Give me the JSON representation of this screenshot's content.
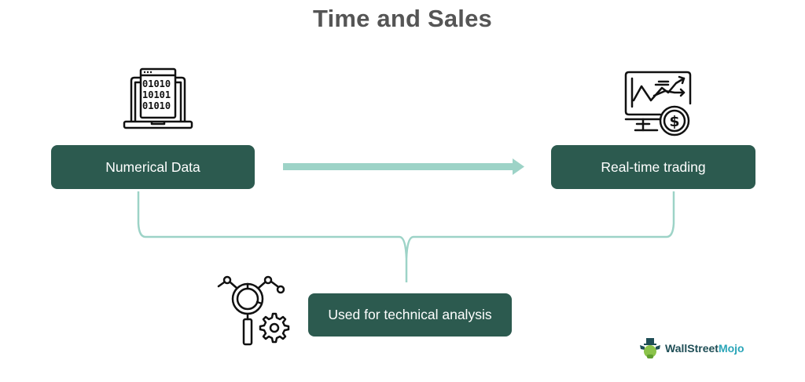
{
  "title": "Time and Sales",
  "nodes": {
    "numerical_data": {
      "label": "Numerical Data",
      "icon": "laptop-binary-code-icon"
    },
    "real_time_trading": {
      "label": "Real-time trading",
      "icon": "monitor-chart-dollar-icon"
    },
    "technical_analysis": {
      "label": "Used for technical analysis",
      "icon": "magnifier-network-gear-icon"
    }
  },
  "edges": [
    {
      "from": "numerical_data",
      "to": "real_time_trading",
      "type": "arrow"
    },
    {
      "from": [
        "numerical_data",
        "real_time_trading"
      ],
      "to": "technical_analysis",
      "type": "brace"
    }
  ],
  "colors": {
    "box_fill": "#2c5a4f",
    "connector": "#9dd3c7",
    "title": "#555555"
  },
  "logo": {
    "part1": "WallStreet",
    "part2": "Mojo"
  }
}
